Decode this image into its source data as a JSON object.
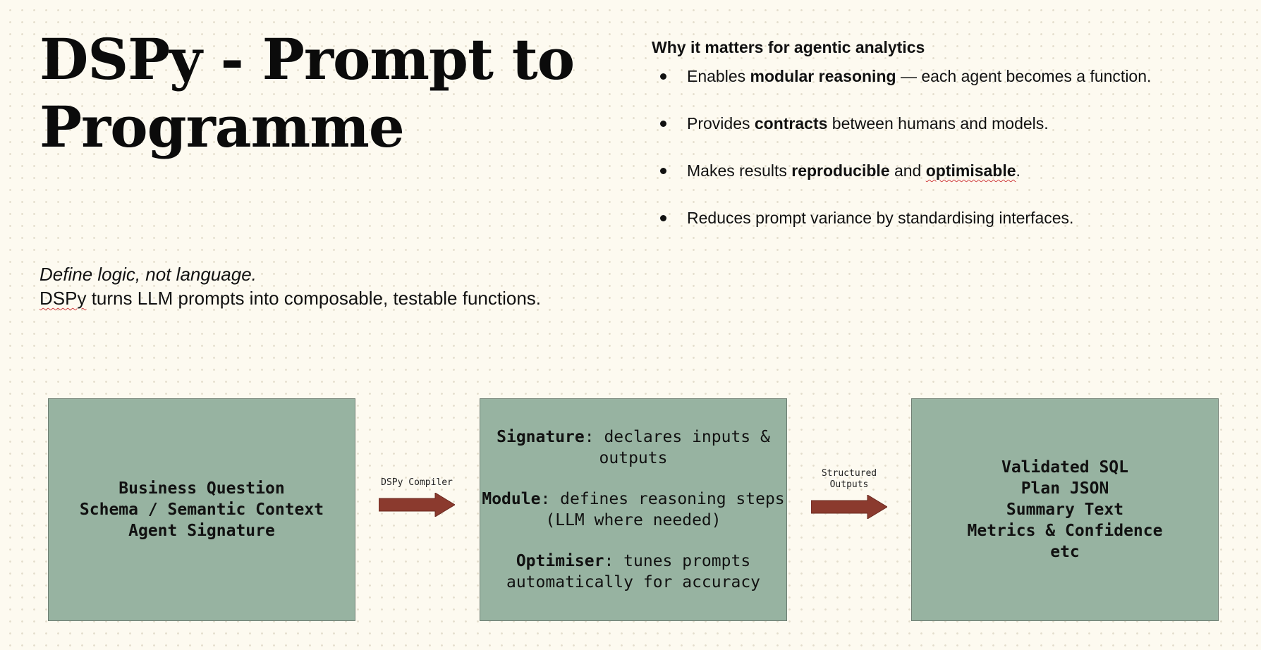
{
  "title": "DSPy - Prompt to Programme",
  "why": {
    "heading": "Why it matters for agentic analytics",
    "bullets": [
      {
        "pre": "Enables ",
        "bold": "modular reasoning",
        "post": " — each agent becomes a function."
      },
      {
        "pre": "Provides ",
        "bold": "contracts",
        "post": " between humans and models."
      },
      {
        "pre": "Makes results ",
        "bold": "reproducible",
        "mid": " and ",
        "bold2": "optimisable",
        "post": "."
      },
      {
        "text": "Reduces prompt variance by standardising interfaces."
      }
    ]
  },
  "tagline": {
    "italic": "Define logic, not language.",
    "brand": "DSPy",
    "rest": " turns LLM prompts into composable, testable functions."
  },
  "flow": {
    "input_box": {
      "lines": [
        "Business Question",
        "Schema / Semantic Context",
        "Agent Signature"
      ]
    },
    "arrow1_label": "DSPy Compiler",
    "compiler_box": {
      "items": [
        {
          "term": "Signature",
          "desc": ": declares inputs & outputs"
        },
        {
          "term": "Module",
          "desc": ": defines reasoning steps (LLM where needed)"
        },
        {
          "term": "Optimiser",
          "desc": ": tunes prompts automatically for accuracy"
        }
      ]
    },
    "arrow2_label_line1": "Structured",
    "arrow2_label_line2": "Outputs",
    "output_box": {
      "lines": [
        "Validated SQL",
        "Plan JSON",
        "Summary Text",
        "Metrics & Confidence",
        "etc"
      ]
    }
  },
  "colors": {
    "background": "#fdfaf0",
    "box_fill": "#97b3a1",
    "arrow_fill": "#8b3a2e"
  }
}
